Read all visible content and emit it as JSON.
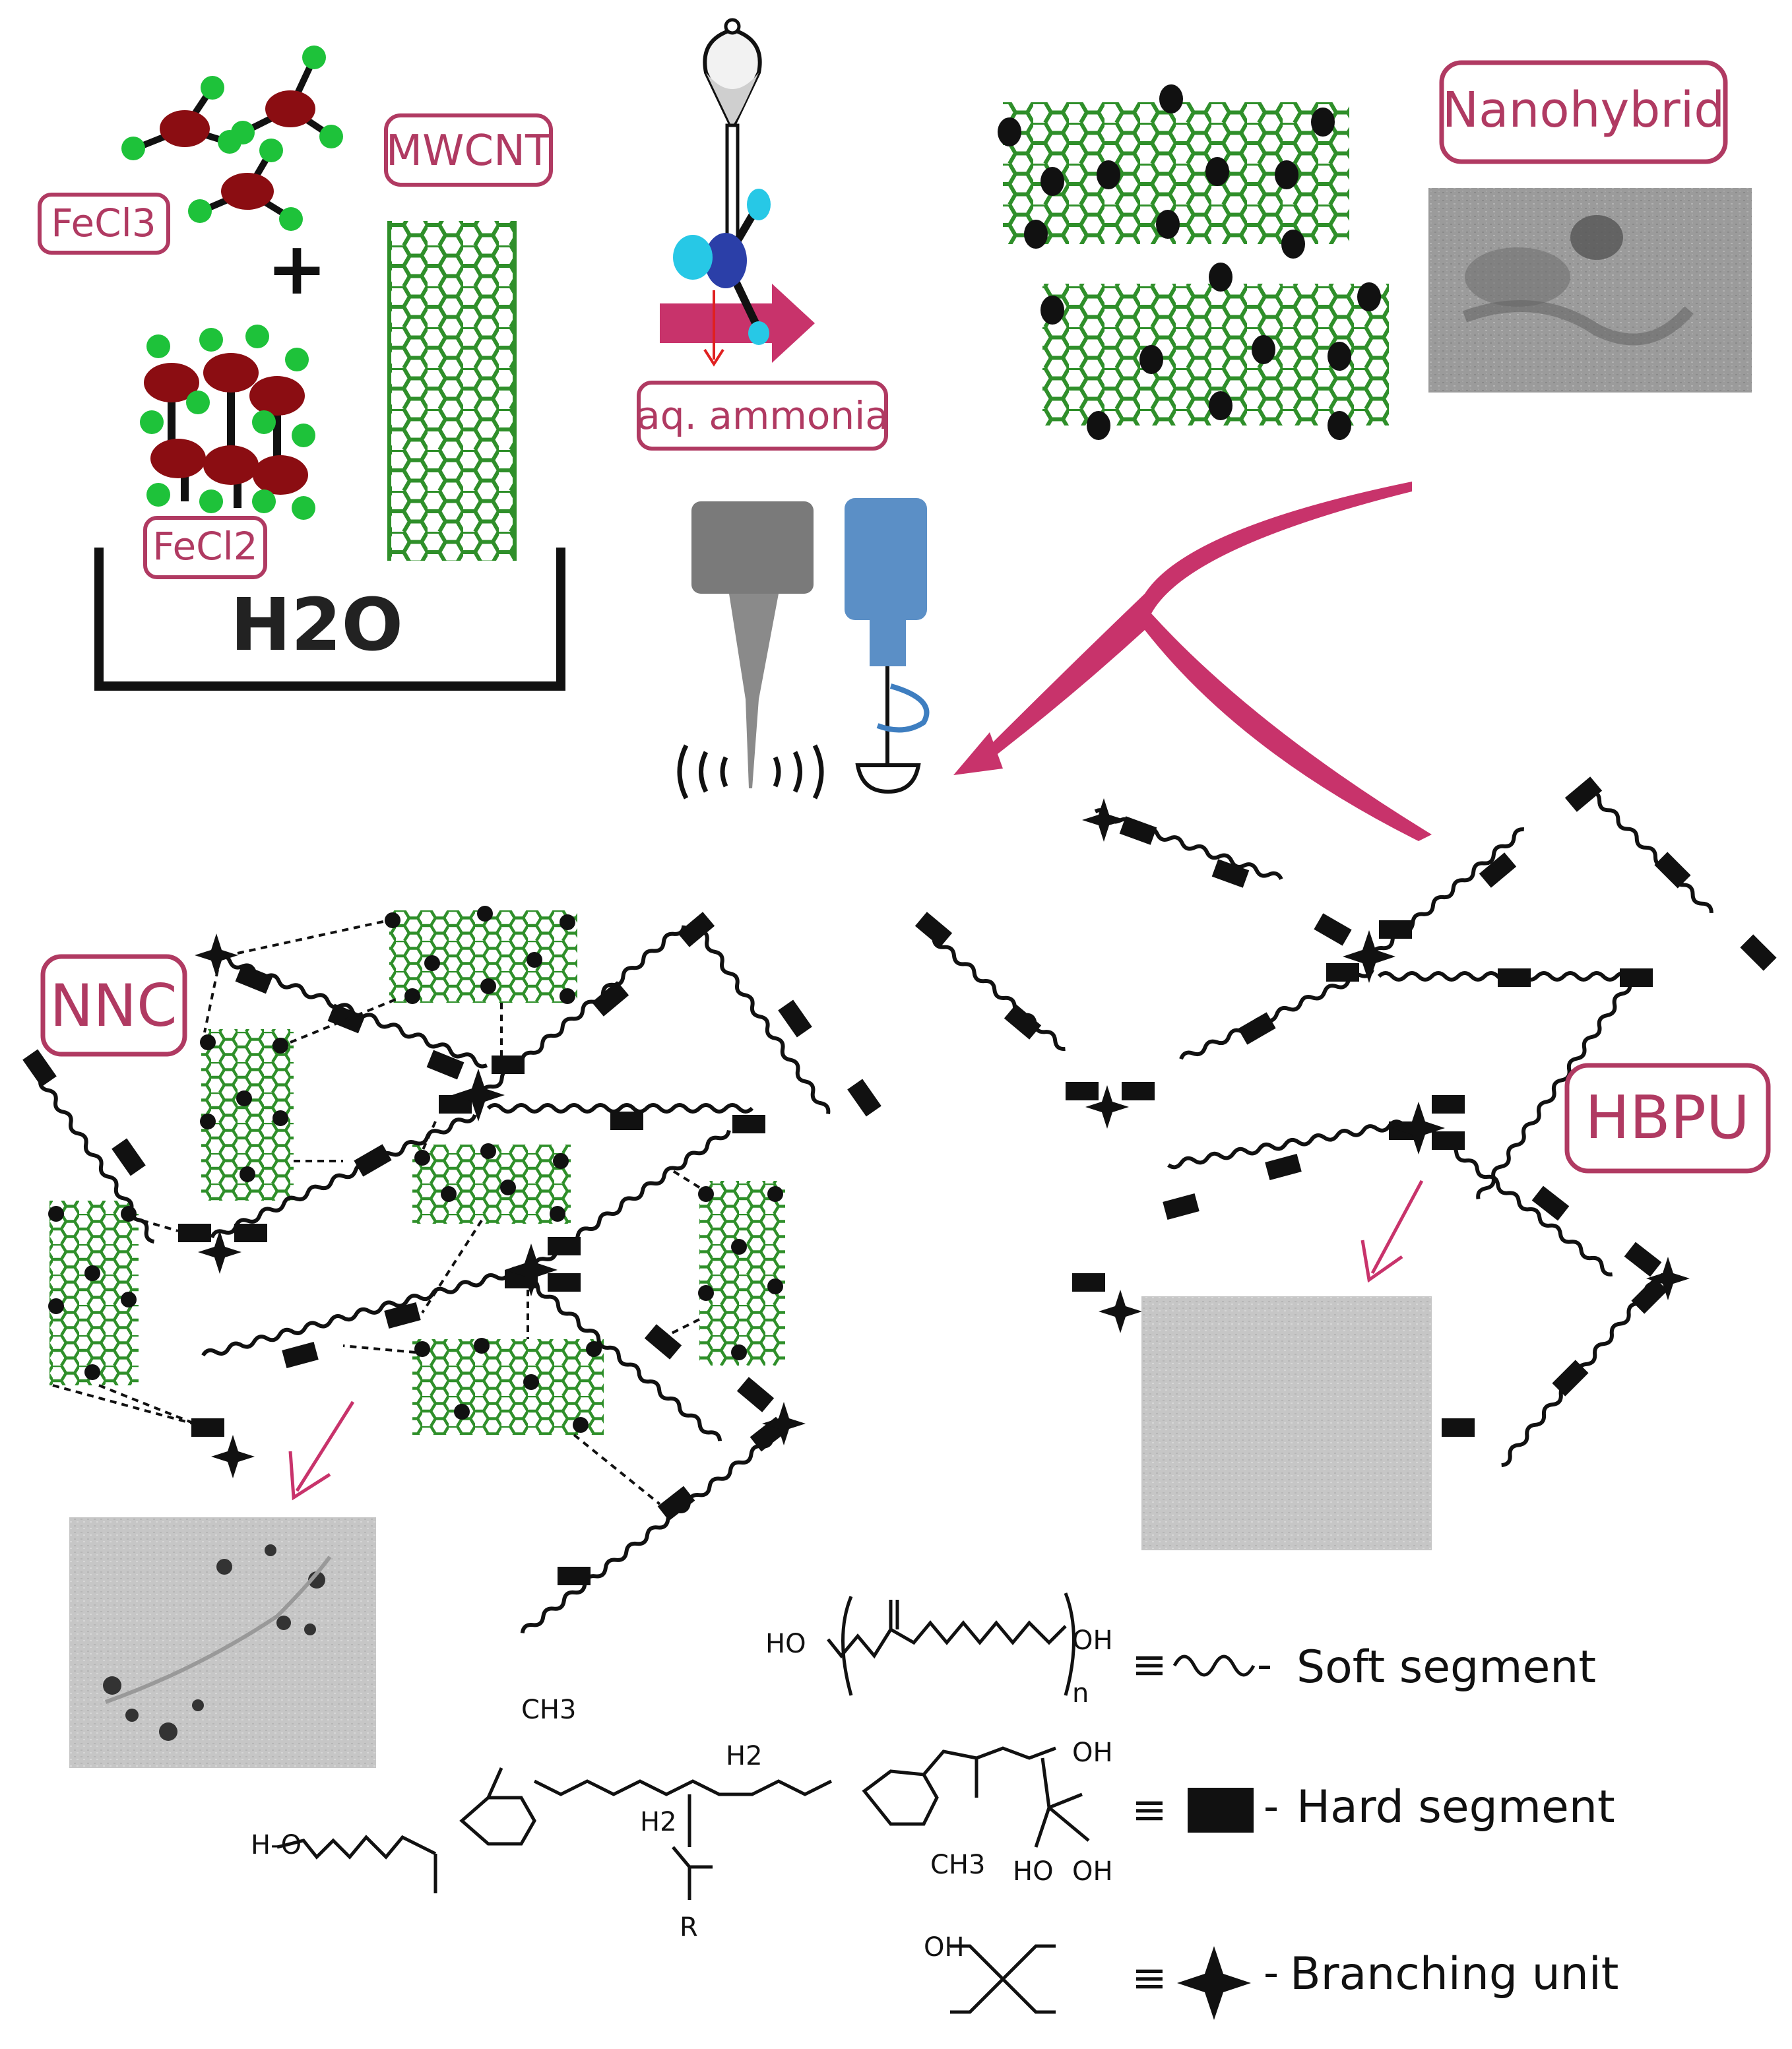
{
  "labels": {
    "fecl3": "FeCl3",
    "fecl2": "FeCl2",
    "mwcnt": "MWCNT",
    "water": "H2O",
    "ammonia": "aq. ammonia",
    "nanohybrid": "Nanohybrid",
    "nnc": "NNC",
    "hbpu": "HBPU"
  },
  "legend": {
    "soft": "Soft segment",
    "hard": "Hard segment",
    "branch": "Branching unit",
    "equiv": "≡",
    "dash": "-"
  },
  "chem": {
    "soft_ho": "HO",
    "soft_oh": "OH",
    "soft_n": "n",
    "hard_ho": "H-O",
    "hard_ch3a": "CH3",
    "hard_ch3b": "CH3",
    "hard_h2a": "H2",
    "hard_h2b": "H2",
    "hard_r": "R",
    "hard_oh1": "OH",
    "hard_oh2": "HO",
    "hard_oh3": "OH",
    "branch_oh": "OH"
  },
  "colors": {
    "label_border": "#b03a62",
    "label_text": "#b03a62",
    "nanotube": "#2f8f2a",
    "arrow": "#c8336b",
    "fe_atom": "#8b0d12",
    "cl_atom": "#1ec23a",
    "probe_grey": "#7a7a7a",
    "stirrer_blue": "#5b8fc6",
    "drop_cyan": "#27c8e6",
    "chain": "#111111"
  }
}
